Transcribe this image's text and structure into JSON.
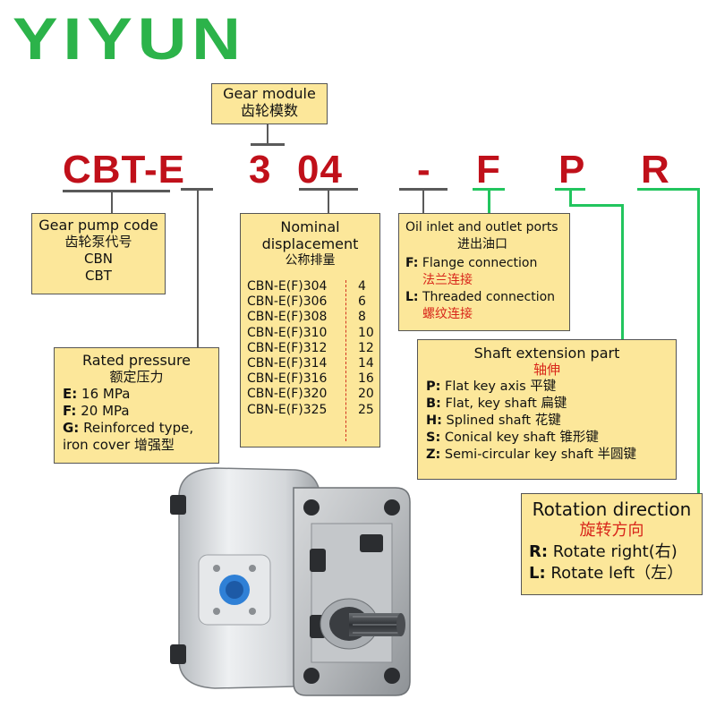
{
  "brand": "YIYUN",
  "colors": {
    "brand": "#2cb34a",
    "code": "#c0101a",
    "box_fill": "#fce79a",
    "connector_gray": "#5a5a5a",
    "connector_green": "#22c55e",
    "chinese_red": "#d8261a"
  },
  "gear_module": {
    "en": "Gear module",
    "zh": "齿轮模数"
  },
  "code": {
    "part1": "CBT-E",
    "part2": "3",
    "part3": "04",
    "part4": "-",
    "part5": "F",
    "part6": "P",
    "part7": "R"
  },
  "pump_code": {
    "en": "Gear pump code",
    "zh": "齿轮泵代号",
    "items": [
      "CBN",
      "CBT"
    ]
  },
  "displacement": {
    "title1": "Nominal",
    "title2": "displacement",
    "zh": "公称排量",
    "rows": [
      {
        "model": "CBN-E(F)304",
        "value": "4"
      },
      {
        "model": "CBN-E(F)306",
        "value": "6"
      },
      {
        "model": "CBN-E(F)308",
        "value": "8"
      },
      {
        "model": "CBN-E(F)310",
        "value": "10"
      },
      {
        "model": "CBN-E(F)312",
        "value": "12"
      },
      {
        "model": "CBN-E(F)314",
        "value": "14"
      },
      {
        "model": "CBN-E(F)316",
        "value": "16"
      },
      {
        "model": "CBN-E(F)320",
        "value": "20"
      },
      {
        "model": "CBN-E(F)325",
        "value": "25"
      }
    ]
  },
  "ports": {
    "en": "Oil inlet and outlet ports",
    "zh": "进出油口",
    "f_label": "F:",
    "f_text": "Flange connection",
    "f_zh": "法兰连接",
    "l_label": "L:",
    "l_text": "Threaded connection",
    "l_zh": "螺纹连接"
  },
  "pressure": {
    "en": "Rated pressure",
    "zh": "额定压力",
    "e_label": "E:",
    "e_text": "16 MPa",
    "f_label": "F:",
    "f_text": "20 MPa",
    "g_label": "G:",
    "g_text": "Reinforced type,",
    "g_text2": "iron cover 增强型"
  },
  "shaft": {
    "en": "Shaft extension part",
    "zh": "轴伸",
    "items": [
      {
        "label": "P:",
        "text": "Flat key axis 平键"
      },
      {
        "label": "B:",
        "text": "Flat, key shaft  扁键"
      },
      {
        "label": "H:",
        "text": "Splined shaft  花键"
      },
      {
        "label": "S:",
        "text": "Conical key shaft  锥形键"
      },
      {
        "label": "Z:",
        "text": "Semi-circular key shaft  半圆键"
      }
    ]
  },
  "rotation": {
    "en": "Rotation direction",
    "zh": "旋转方向",
    "r_label": "R:",
    "r_text": "Rotate right(右)",
    "l_label": "L:",
    "l_text": "Rotate left（左）"
  }
}
